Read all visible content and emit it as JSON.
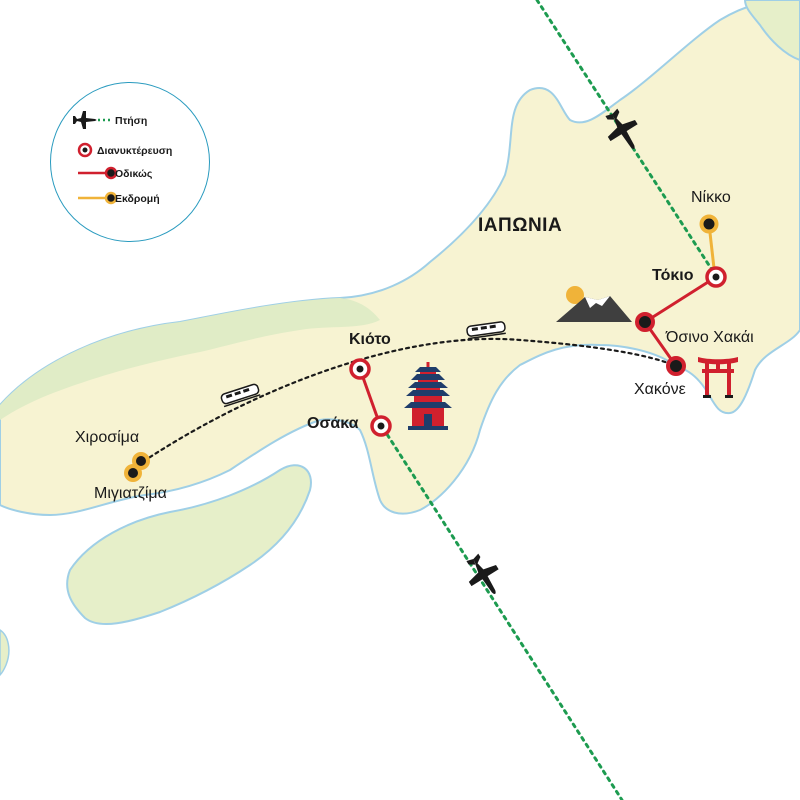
{
  "country": "ΙΑΠΩΝΙΑ",
  "legend": {
    "flight": "Πτήση",
    "overnight": "Διανυκτέρευση",
    "by_road": "Οδικώς",
    "excursion": "Εκδρομή"
  },
  "cities": {
    "nikko": "Νίκκο",
    "tokyo": "Τόκιο",
    "oshino_hakkai": "Όσινο Χακάι",
    "hakone": "Χακόνε",
    "kyoto": "Κιότο",
    "osaka": "Οσάκα",
    "hiroshima": "Χιροσίμα",
    "miyajima": "Μιγιατζίμα"
  },
  "colors": {
    "land": "#f7f3d2",
    "land_inner": "#e9efc6",
    "land_edge": "#d6e8c3",
    "water_outline": "#9fcfe6",
    "flight": "#1d9b50",
    "road": "#d0202e",
    "excursion": "#f0b339",
    "train_route": "#1a1a1a"
  },
  "icons": [
    "airplane-icon",
    "train-icon",
    "pagoda-icon",
    "mount-fuji-icon",
    "torii-gate-icon"
  ]
}
